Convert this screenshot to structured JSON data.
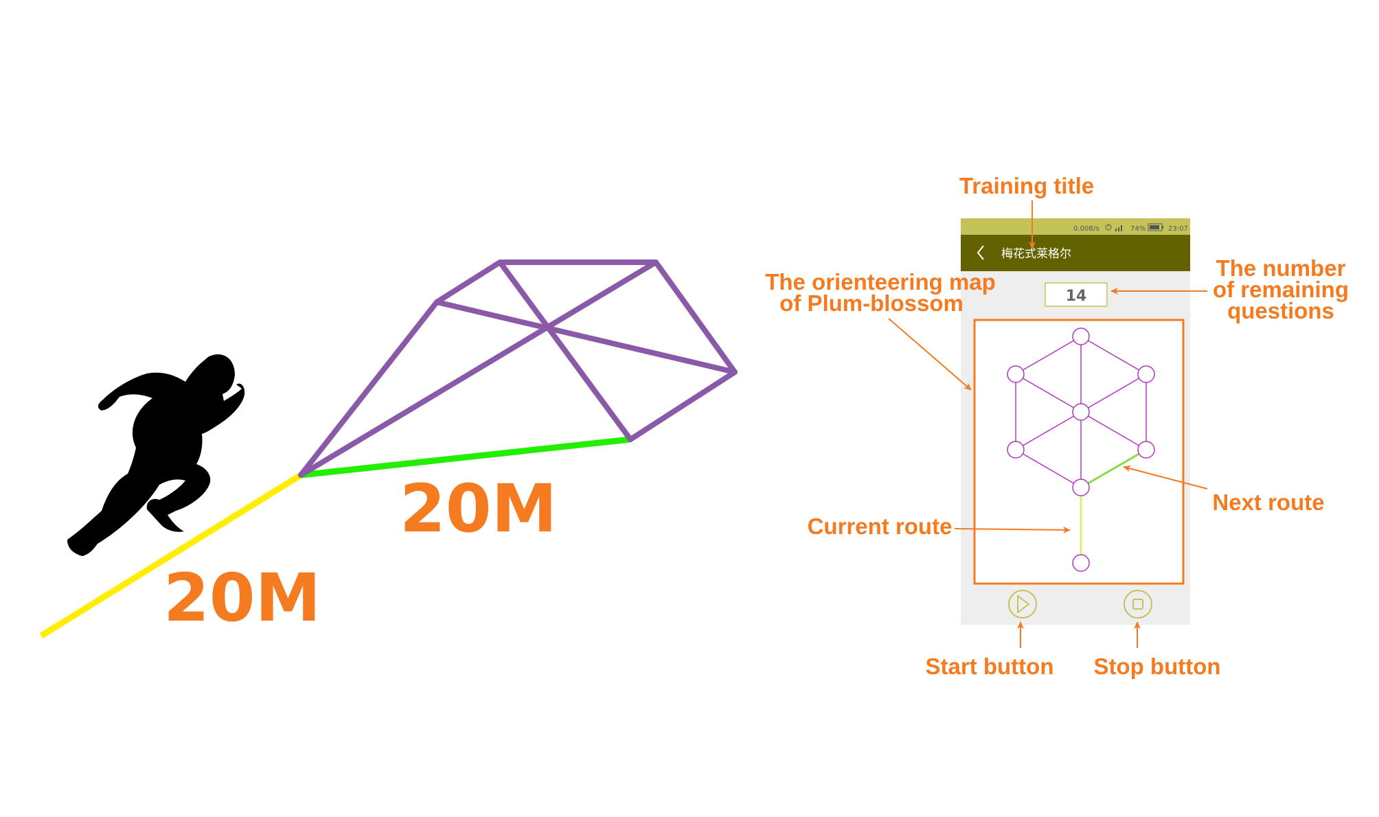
{
  "left_diagram": {
    "first_leg_distance": "20M",
    "second_leg_distance": "20M",
    "colors": {
      "first_leg": "#ffee00",
      "second_leg": "#22ee00",
      "grid": "#8a5aa8",
      "runner": "#000000"
    }
  },
  "phone": {
    "status_bar": {
      "network": "0.00B/s",
      "battery": "74%",
      "time": "23:07"
    },
    "header": {
      "back_icon": "chevron-left-icon",
      "title": "梅花式莱格尔"
    },
    "remaining_count": "14",
    "start_icon": "play-icon",
    "stop_icon": "stop-icon",
    "colors": {
      "status_bar": "#c4c35a",
      "header": "#626200",
      "body": "#eeeeee",
      "map_border": "#f47b20",
      "node": "#b038c0",
      "current_route": "#d8f06a",
      "next_route": "#88dd44",
      "button": "#c4c35a"
    }
  },
  "annotations": {
    "training_title": "Training title",
    "map_line1": "The orienteering map",
    "map_line2": "of Plum-blossom",
    "remaining_line1": "The number",
    "remaining_line2": "of remaining",
    "remaining_line3": "questions",
    "next_route": "Next route",
    "current_route": "Current route",
    "start_button": "Start button",
    "stop_button": "Stop button",
    "color": "#f47b20"
  }
}
